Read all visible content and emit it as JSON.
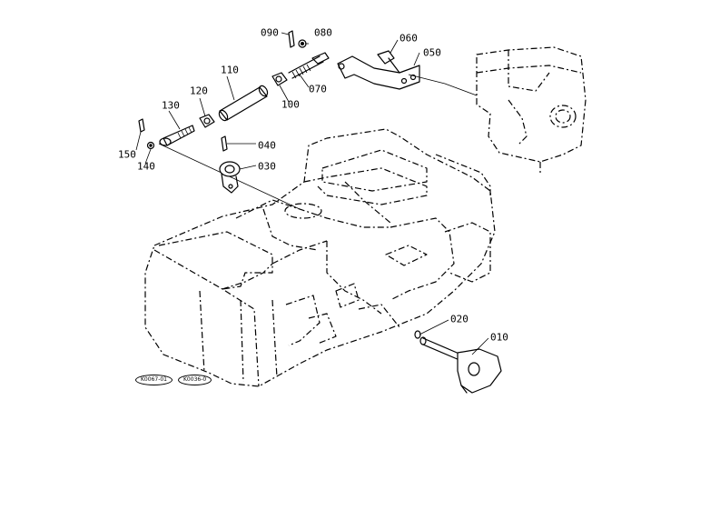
{
  "parts": [
    {
      "id": "p010",
      "label": "010",
      "name": "knob"
    },
    {
      "id": "p020",
      "label": "020",
      "name": "o-ring"
    },
    {
      "id": "p030",
      "label": "030",
      "name": "lever"
    },
    {
      "id": "p040",
      "label": "040",
      "name": "spring-pin"
    },
    {
      "id": "p050",
      "label": "050",
      "name": "bracket"
    },
    {
      "id": "p060",
      "label": "060",
      "name": "bolt"
    },
    {
      "id": "p070",
      "label": "070",
      "name": "rod"
    },
    {
      "id": "p080",
      "label": "080",
      "name": "washer"
    },
    {
      "id": "p090",
      "label": "090",
      "name": "pin"
    },
    {
      "id": "p100",
      "label": "100",
      "name": "nut"
    },
    {
      "id": "p110",
      "label": "110",
      "name": "sleeve"
    },
    {
      "id": "p120",
      "label": "120",
      "name": "nut"
    },
    {
      "id": "p130",
      "label": "130",
      "name": "rod-end"
    },
    {
      "id": "p140",
      "label": "140",
      "name": "washer"
    },
    {
      "id": "p150",
      "label": "150",
      "name": "pin"
    }
  ],
  "badges": [
    "K0067-01",
    "K0036-0"
  ]
}
